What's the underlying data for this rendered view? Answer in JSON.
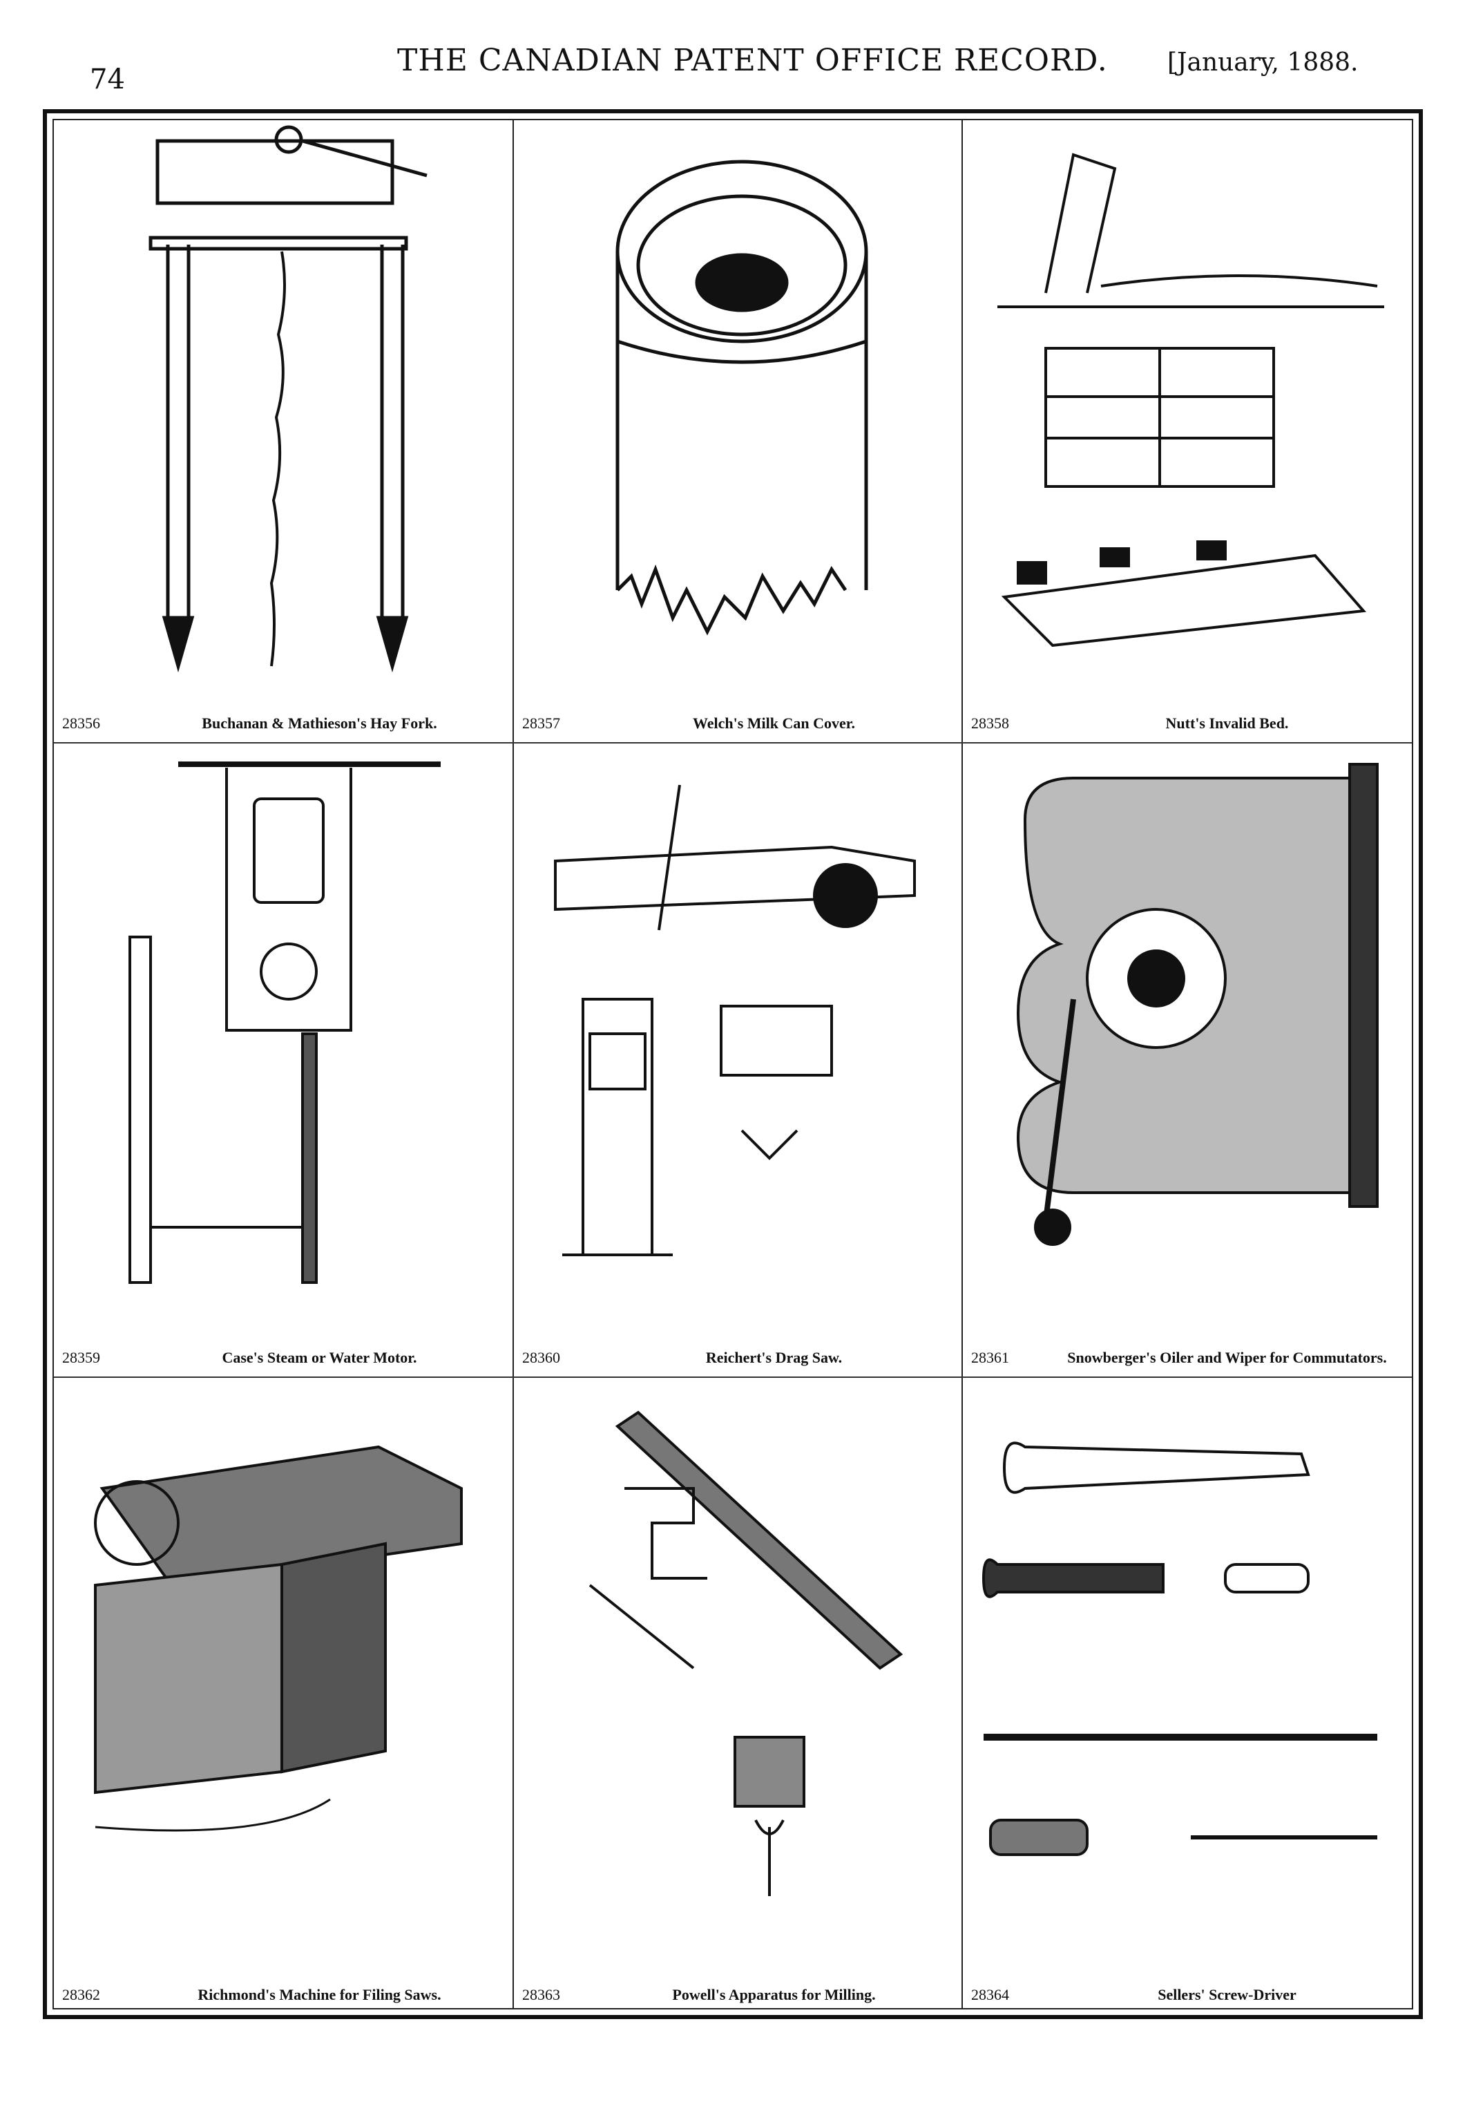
{
  "header": {
    "page_number": "74",
    "title": "THE CANADIAN PATENT OFFICE RECORD.",
    "date": "[January, 1888."
  },
  "patents": [
    {
      "number": "28356",
      "title": "Buchanan & Mathieson's Hay Fork."
    },
    {
      "number": "28357",
      "title": "Welch's Milk Can Cover."
    },
    {
      "number": "28358",
      "title": "Nutt's Invalid Bed."
    },
    {
      "number": "28359",
      "title": "Case's Steam or Water Motor."
    },
    {
      "number": "28360",
      "title": "Reichert's Drag Saw."
    },
    {
      "number": "28361",
      "title": "Snowberger's Oiler and Wiper for Commutators."
    },
    {
      "number": "28362",
      "title": "Richmond's Machine for Filing Saws."
    },
    {
      "number": "28363",
      "title": "Powell's Apparatus for Milling."
    },
    {
      "number": "28364",
      "title": "Sellers' Screw-Driver"
    }
  ]
}
